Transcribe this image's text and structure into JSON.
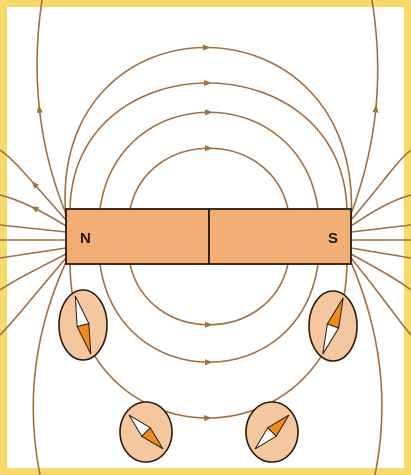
{
  "diagram": {
    "magnet": {
      "north_label": "N",
      "south_label": "S"
    },
    "colors": {
      "frame": "#f6da6b",
      "background": "#ffffff",
      "field_line": "#a2703f",
      "magnet_fill": "#f2ae74",
      "magnet_stroke": "#2a1a0e",
      "compass_fill": "#f5c79f",
      "compass_stroke": "#2a1a0e",
      "needle_north": "#f08c1e",
      "needle_south": "#ffffff"
    },
    "compass_count": 4
  }
}
